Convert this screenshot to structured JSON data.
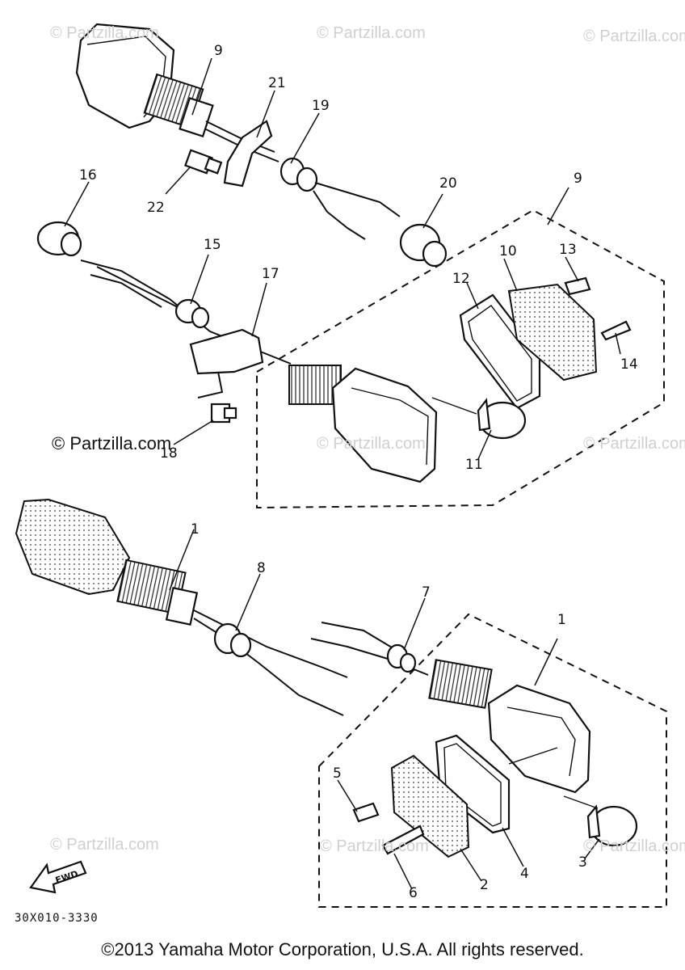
{
  "watermark": "© Partzilla.com",
  "watermark_dark": "© Partzilla.com",
  "diagram_code": "30X010-3330",
  "fwd_label": "FWD",
  "copyright": "©2013  Yamaha Motor Corporation, U.S.A. All rights reserved.",
  "callouts": {
    "c9a": "9",
    "c21": "21",
    "c19": "19",
    "c22": "22",
    "c16": "16",
    "c20": "20",
    "c9b": "9",
    "c15": "15",
    "c17": "17",
    "c10": "10",
    "c13": "13",
    "c12": "12",
    "c14": "14",
    "c18": "18",
    "c11": "11",
    "c1a": "1",
    "c8": "8",
    "c7": "7",
    "c1b": "1",
    "c5": "5",
    "c3": "3",
    "c2": "2",
    "c4": "4",
    "c6": "6"
  }
}
